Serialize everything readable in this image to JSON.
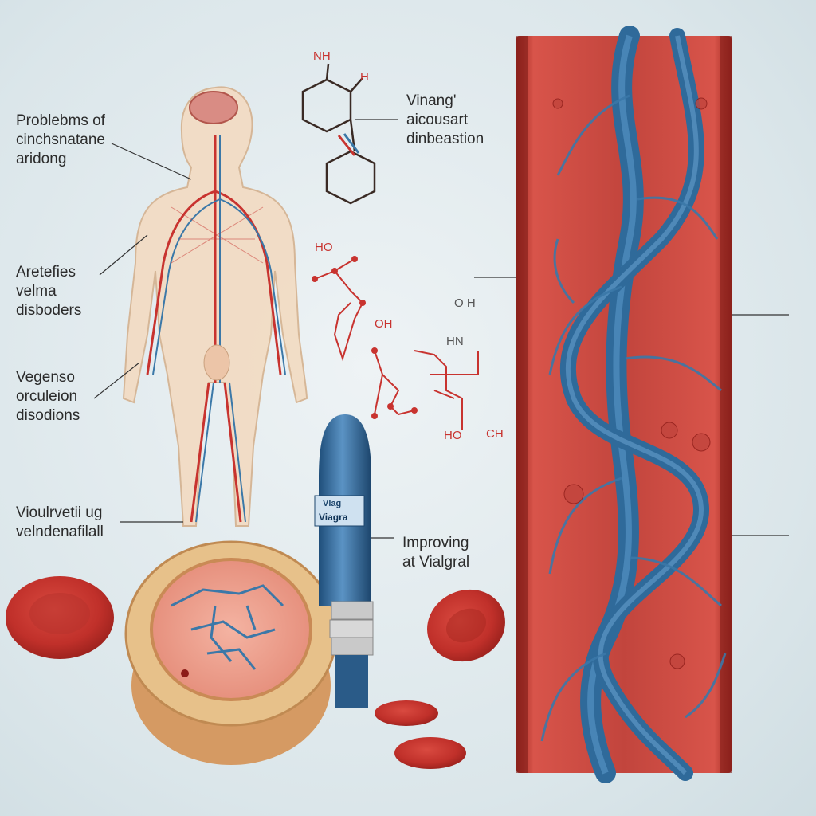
{
  "labels": {
    "problems": "Problebms of\ncinchsnatane\naridong",
    "arteries": "Aretefies\nvelma\ndisboders",
    "venous": "Vegenso\norculeion\ndisodions",
    "vasodilating": "Vioulrvetii ug\nvelndenafilall",
    "improving": "Improving\nat Vialgral",
    "molecule": "Vinang'\naicousart\ndinbeastion"
  },
  "chem": {
    "nh_top": "NH",
    "h_top": "H",
    "ho1": "HO",
    "oh1": "OH",
    "oh_small": "O H",
    "hn": "HN",
    "ho2": "HO",
    "ch": "CH"
  },
  "pill_label": {
    "top": "Vlag",
    "bottom": "Viagra"
  },
  "colors": {
    "artery_red": "#c8332f",
    "vein_blue": "#3b78a8",
    "skin": "#f2dcc4",
    "vessel_wall": "#b8322c"
  }
}
